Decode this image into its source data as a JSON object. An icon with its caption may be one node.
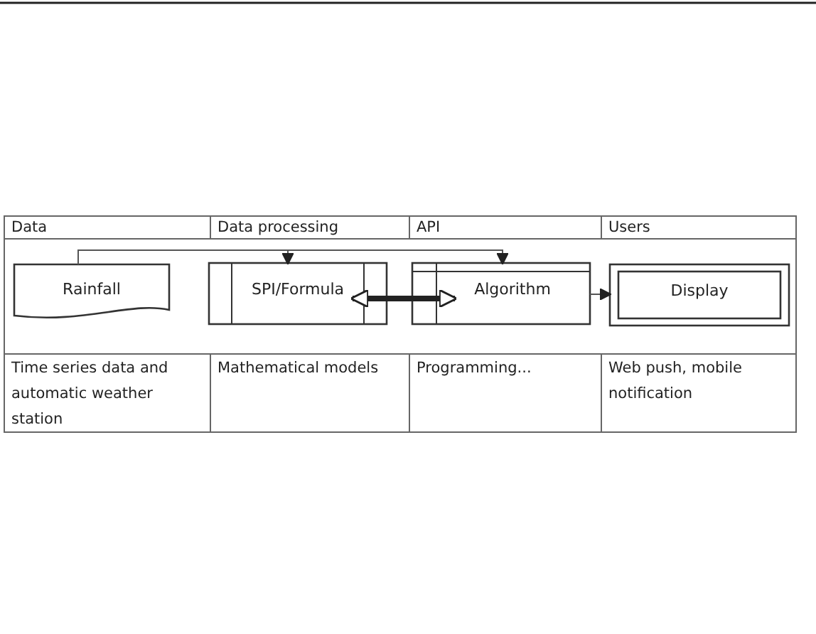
{
  "diagram": {
    "nodes": [
      {
        "text": [
          "Rainfall"
        ]
      },
      {
        "text": [
          "SPI/Formula"
        ]
      },
      {
        "text": [
          "Algorithm"
        ]
      },
      {
        "text": [
          "Display"
        ]
      }
    ],
    "edges": [
      {
        "from": 0,
        "to": 1,
        "arrow": "to"
      },
      {
        "from": 0,
        "to": 2,
        "arrow": "to"
      },
      {
        "from": 2,
        "to": 1,
        "arrow": "both",
        "style": "thick"
      },
      {
        "from": 2,
        "to": 3,
        "arrow": "to"
      }
    ],
    "labels": [
      "Data",
      "Data processing",
      "API",
      "Users",
      "Time series data and automatic weather station",
      "Mathematical models",
      "Programming...",
      "Web push, mobile notification"
    ]
  }
}
